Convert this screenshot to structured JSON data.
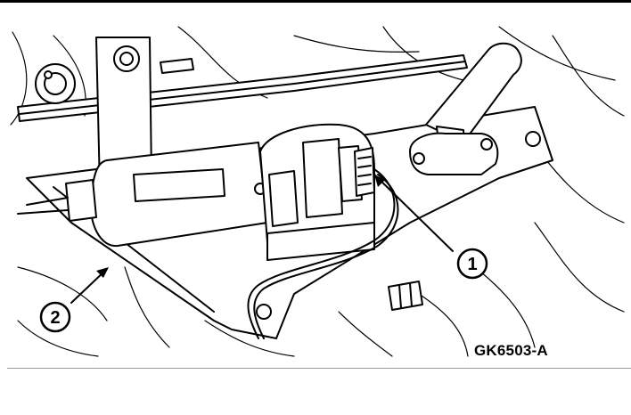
{
  "figure": {
    "id_label": "GK6503-A",
    "callouts": [
      {
        "number": "1"
      },
      {
        "number": "2"
      }
    ]
  },
  "colors": {
    "ink": "#000000",
    "background": "#ffffff",
    "rule": "#9a9a9a"
  }
}
